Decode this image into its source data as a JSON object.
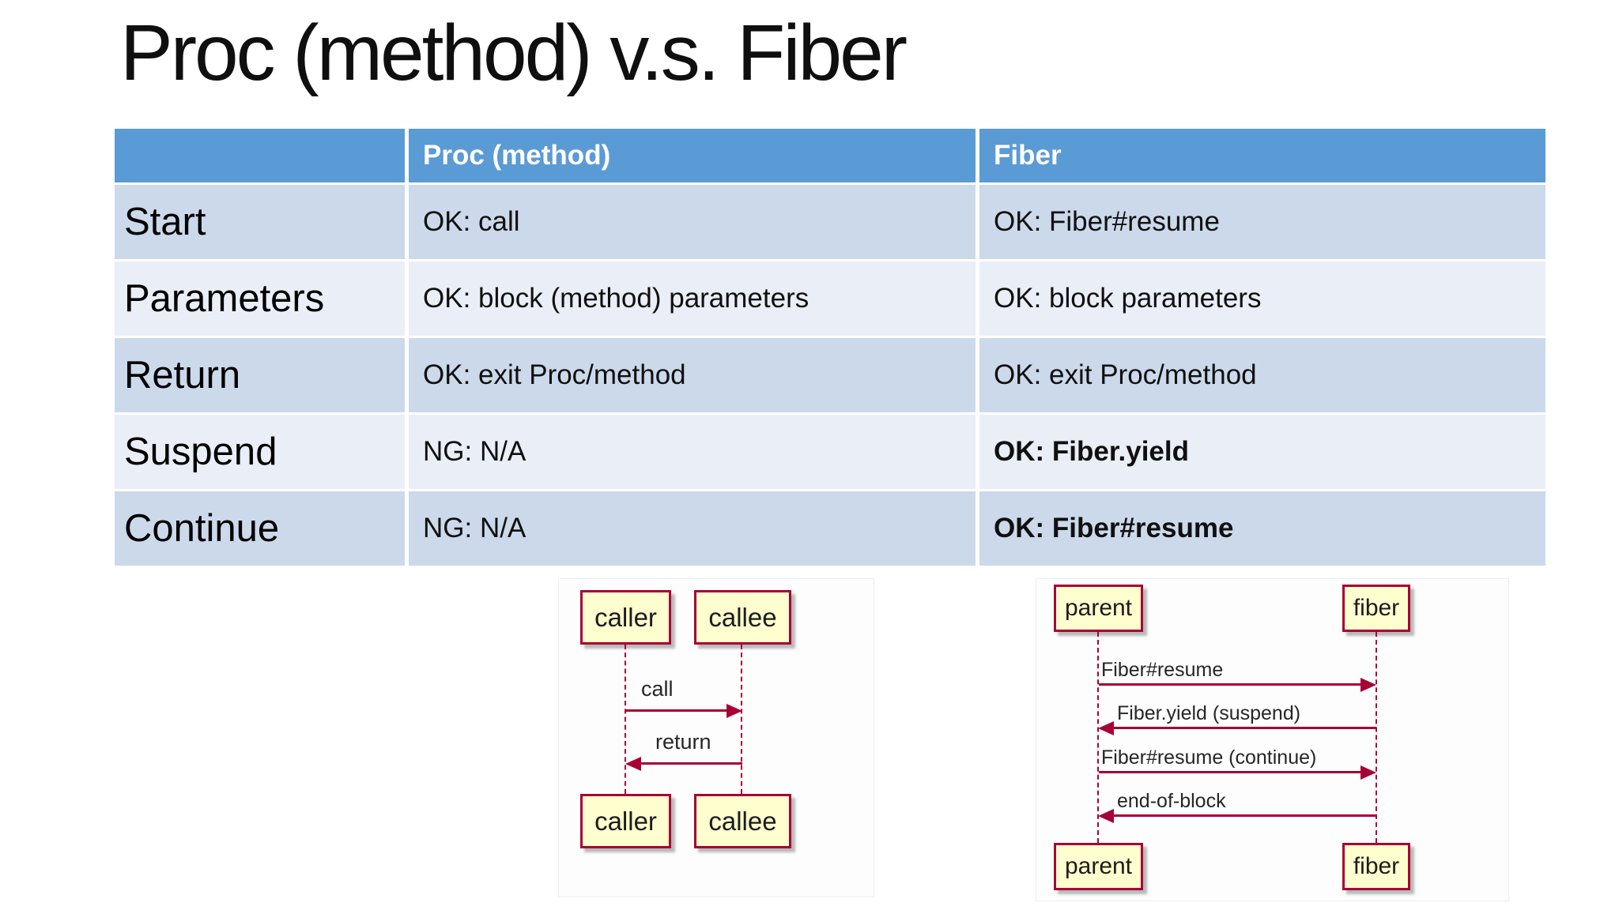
{
  "title": "Proc (method) v.s. Fiber",
  "table": {
    "headers": [
      "",
      "Proc (method)",
      "Fiber"
    ],
    "rows": [
      {
        "label": "Start",
        "proc": "OK: call",
        "fiber": "OK: Fiber#resume"
      },
      {
        "label": "Parameters",
        "proc": "OK: block (method) parameters",
        "fiber": "OK: block parameters"
      },
      {
        "label": "Return",
        "proc": "OK: exit Proc/method",
        "fiber": "OK: exit Proc/method"
      },
      {
        "label": "Suspend",
        "proc": "NG: N/A",
        "fiber": "OK: Fiber.yield"
      },
      {
        "label": "Continue",
        "proc": "NG: N/A",
        "fiber": "OK: Fiber#resume"
      }
    ]
  },
  "diagrams": {
    "left": {
      "actors": [
        "caller",
        "callee"
      ],
      "messages": [
        {
          "label": "call",
          "direction": "right"
        },
        {
          "label": "return",
          "direction": "left"
        }
      ]
    },
    "right": {
      "actors": [
        "parent",
        "fiber"
      ],
      "messages": [
        {
          "label": "Fiber#resume",
          "direction": "right"
        },
        {
          "label": "Fiber.yield (suspend)",
          "direction": "left"
        },
        {
          "label": "Fiber#resume (continue)",
          "direction": "right"
        },
        {
          "label": "end-of-block",
          "direction": "left"
        }
      ]
    }
  },
  "colors": {
    "accent_blue": "#5B9BD5",
    "header_text": "#FFFFFF",
    "row_band_dark": "#CCD9EB",
    "row_band_light": "#EAEEF6",
    "actor_fill": "#FEFECE",
    "diagram_red": "#A80036"
  }
}
